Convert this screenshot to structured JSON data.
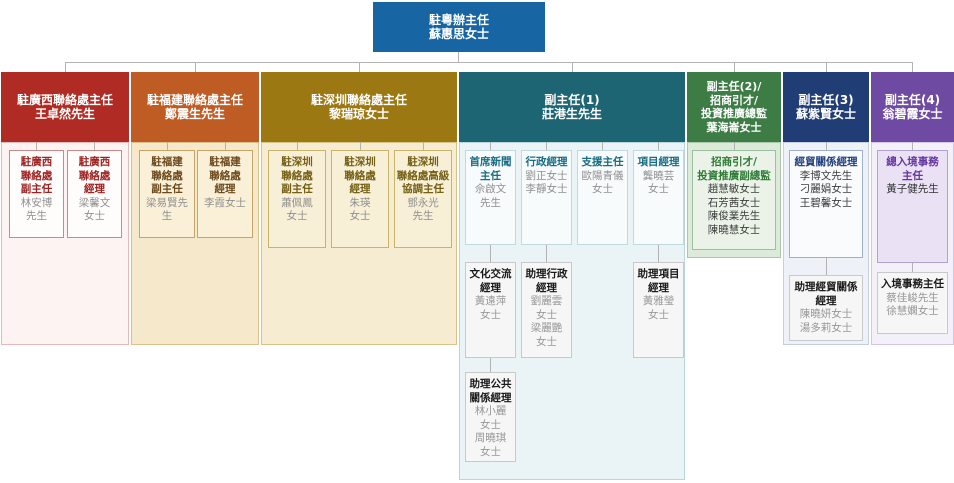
{
  "root": {
    "title": "駐粵辦主任",
    "name": "蘇惠思女士"
  },
  "colors": {
    "root": "#1766a3",
    "guangxi": "#b12b25",
    "fujian": "#bf5c24",
    "shenzhen": "#9c7812",
    "deputy1": "#1d6573",
    "deputy2": "#3e7c45",
    "deputy3": "#203d76",
    "deputy4": "#6e4aa2",
    "connector": "#b3b3b3"
  },
  "groups": [
    {
      "title": "駐廣西聯絡處主任",
      "name": "王卓然先生",
      "children": [
        {
          "title": "駐廣西\n聯絡處\n副主任",
          "names": "林安博\n先生"
        },
        {
          "title": "駐廣西\n聯絡處\n經理",
          "names": "梁馨文\n女士"
        }
      ]
    },
    {
      "title": "駐福建聯絡處主任",
      "name": "鄭震生先生",
      "children": [
        {
          "title": "駐福建\n聯絡處\n副主任",
          "names": "梁易賢先生"
        },
        {
          "title": "駐福建\n聯絡處\n經理",
          "names": "李霞女士"
        }
      ]
    },
    {
      "title": "駐深圳聯絡處主任",
      "name": "黎瑞琼女士",
      "children": [
        {
          "title": "駐深圳\n聯絡處\n副主任",
          "names": "蕭佩鳳\n女士"
        },
        {
          "title": "駐深圳\n聯絡處\n經理",
          "names": "朱瑛\n女士"
        },
        {
          "title": "駐深圳\n聯絡處高級\n協調主任",
          "names": "鄧永光\n先生"
        }
      ]
    },
    {
      "title": "副主任(1)",
      "name": "莊港生先生",
      "children": [
        {
          "title": "首席新聞\n主任",
          "names": "佘啟文\n先生"
        },
        {
          "title": "行政經理",
          "names": "劉正女士\n李靜女士"
        },
        {
          "title": "支援主任",
          "names": "歐陽青儀\n女士"
        },
        {
          "title": "項目經理",
          "names": "龔曉芸\n女士"
        },
        {
          "title": "文化交流\n經理",
          "names": "黃遠萍\n女士"
        },
        {
          "title": "助理行政\n經理",
          "names": "劉麗雲\n女士\n梁麗艷\n女士"
        },
        {
          "title": "助理項目\n經理",
          "names": "黃雅瑩\n女士"
        },
        {
          "title": "助理公共\n關係經理",
          "names": "林小麗\n女士\n周曉琪\n女士"
        }
      ]
    },
    {
      "title": "副主任(2)/\n招商引才/\n投資推廣總監",
      "name": "葉海崙女士",
      "children": [
        {
          "title": "招商引才/\n投資推廣副總監",
          "names": "趙慧敏女士\n石芳茜女士\n陳俊業先生\n陳曉慧女士"
        }
      ]
    },
    {
      "title": "副主任(3)",
      "name": "蘇紫賢女士",
      "children": [
        {
          "title": "經貿關係經理",
          "names": "李博文先生\n刁麗娟女士\n王碧馨女士"
        },
        {
          "title": "助理經貿關係\n經理",
          "names": "陳曉妍女士\n湯多莉女士"
        }
      ]
    },
    {
      "title": "副主任(4)",
      "name": "翁碧霞女士",
      "children": [
        {
          "title": "總入境事務\n主任",
          "names": "黃子健先生"
        },
        {
          "title": "入境事務主任",
          "names": "蔡佳峻先生\n徐慧嫻女士"
        }
      ]
    }
  ]
}
